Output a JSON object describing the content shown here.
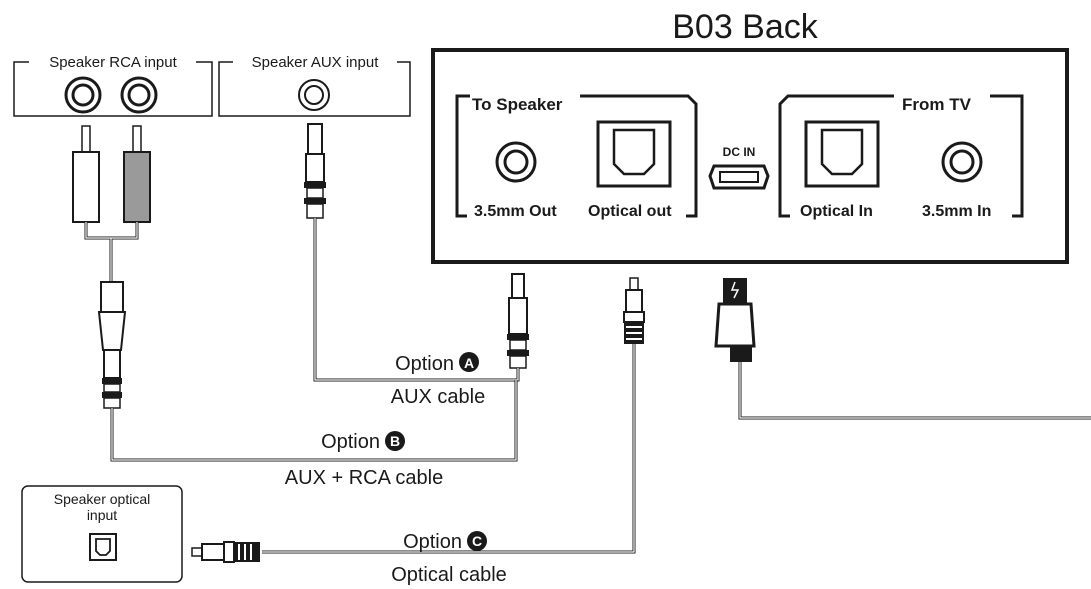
{
  "title": "B03 Back",
  "device_panel": {
    "group_left": "To Speaker",
    "group_right": "From TV",
    "ports": {
      "out_35mm": "3.5mm Out",
      "optical_out": "Optical out",
      "dc_in": "DC IN",
      "optical_in": "Optical In",
      "in_35mm": "3.5mm In"
    }
  },
  "speaker_inputs": {
    "rca": "Speaker RCA input",
    "aux": "Speaker AUX input",
    "optical_line1": "Speaker optical",
    "optical_line2": "input"
  },
  "options": {
    "a": {
      "label": "Option",
      "badge": "A",
      "cable": "AUX cable"
    },
    "b": {
      "label": "Option",
      "badge": "B",
      "cable": "AUX + RCA cable"
    },
    "c": {
      "label": "Option",
      "badge": "C",
      "cable": "Optical cable"
    }
  }
}
